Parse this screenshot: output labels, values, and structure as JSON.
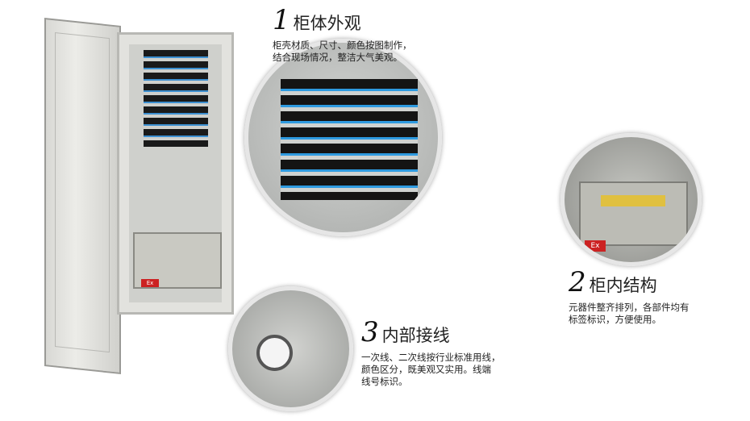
{
  "sections": [
    {
      "number": "1",
      "title": "柜体外观",
      "lines": [
        "柜壳材质、尺寸、颜色按图制作，",
        "结合现场情况，整洁大气美观。"
      ]
    },
    {
      "number": "2",
      "title": "柜内结构",
      "lines": [
        "元器件整齐排列，各部件均有",
        "标签标识，方便使用。"
      ]
    },
    {
      "number": "3",
      "title": "内部接线",
      "lines": [
        "一次线、二次线按行业标准用线，",
        "颜色区分，既美观又实用。线端",
        "线号标识。"
      ]
    }
  ],
  "product_labels": {
    "ex_mark": "Ex"
  },
  "colors": {
    "tube_blue": "#2e9ae0",
    "cabinet": "#e2e2de",
    "warning_red": "#cc2222"
  }
}
